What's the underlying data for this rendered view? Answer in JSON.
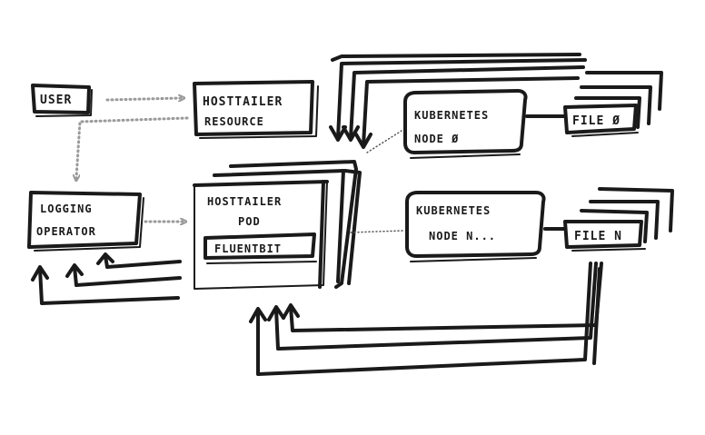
{
  "nodes": {
    "user": {
      "label": "USER"
    },
    "hosttailer_resource": {
      "line1": "HOSTTAILER",
      "line2": "RESOURCE"
    },
    "logging_operator": {
      "line1": "LOGGING",
      "line2": "OPERATOR"
    },
    "hosttailer_pod": {
      "line1": "HOSTTAILER",
      "line2": "POD"
    },
    "fluentbit": {
      "label": "FLUENTBIT"
    },
    "kubernetes_node_0": {
      "line1": "KUBERNETES",
      "line2": "NODE Ø"
    },
    "kubernetes_node_n": {
      "line1": "KUBERNETES",
      "line2": "NODE N..."
    },
    "file_0": {
      "label": "FILE Ø"
    },
    "file_n": {
      "label": "FILE N"
    }
  }
}
